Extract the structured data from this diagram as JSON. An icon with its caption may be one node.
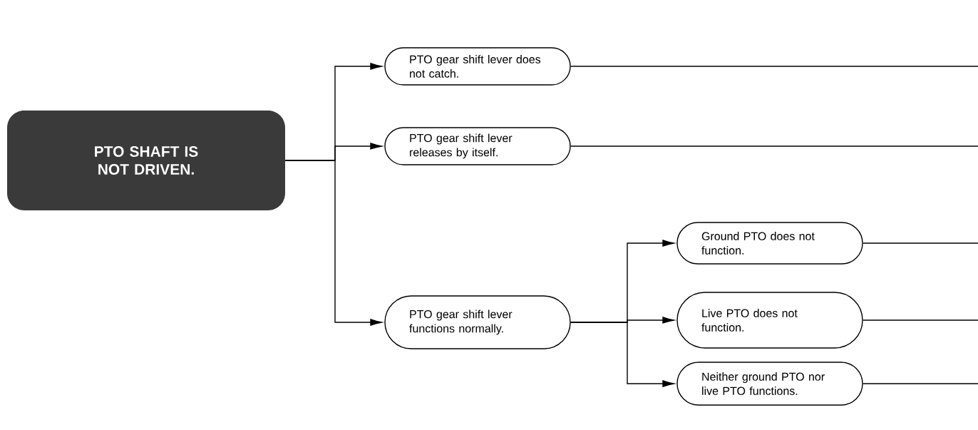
{
  "diagram": {
    "nodes": [
      {
        "text": [
          "PTO SHAFT IS NOT DRIVEN."
        ]
      },
      {
        "text": [
          "PTO gear shift lever does not catch."
        ]
      },
      {
        "text": [
          "PTO gear shift lever releases by itself."
        ]
      },
      {
        "text": [
          "PTO gear shift lever functions normally."
        ]
      },
      {
        "text": [
          "Ground PTO does not function."
        ]
      },
      {
        "text": [
          "Live PTO does not function."
        ]
      },
      {
        "text": [
          "Neither ground PTO nor live PTO functions."
        ]
      }
    ],
    "edges": [
      {
        "from": 0,
        "to": 1,
        "arrow": "to"
      },
      {
        "from": 0,
        "to": 2,
        "arrow": "to"
      },
      {
        "from": 0,
        "to": 3,
        "arrow": "to"
      },
      {
        "from": 3,
        "to": 4,
        "arrow": "to"
      },
      {
        "from": 3,
        "to": 5,
        "arrow": "to"
      },
      {
        "from": 3,
        "to": 6,
        "arrow": "to"
      },
      {
        "from": 1,
        "to": null,
        "arrow": "none"
      },
      {
        "from": 2,
        "to": null,
        "arrow": "none"
      },
      {
        "from": 4,
        "to": null,
        "arrow": "none"
      },
      {
        "from": 5,
        "to": null,
        "arrow": "none"
      },
      {
        "from": 6,
        "to": null,
        "arrow": "none"
      }
    ]
  }
}
